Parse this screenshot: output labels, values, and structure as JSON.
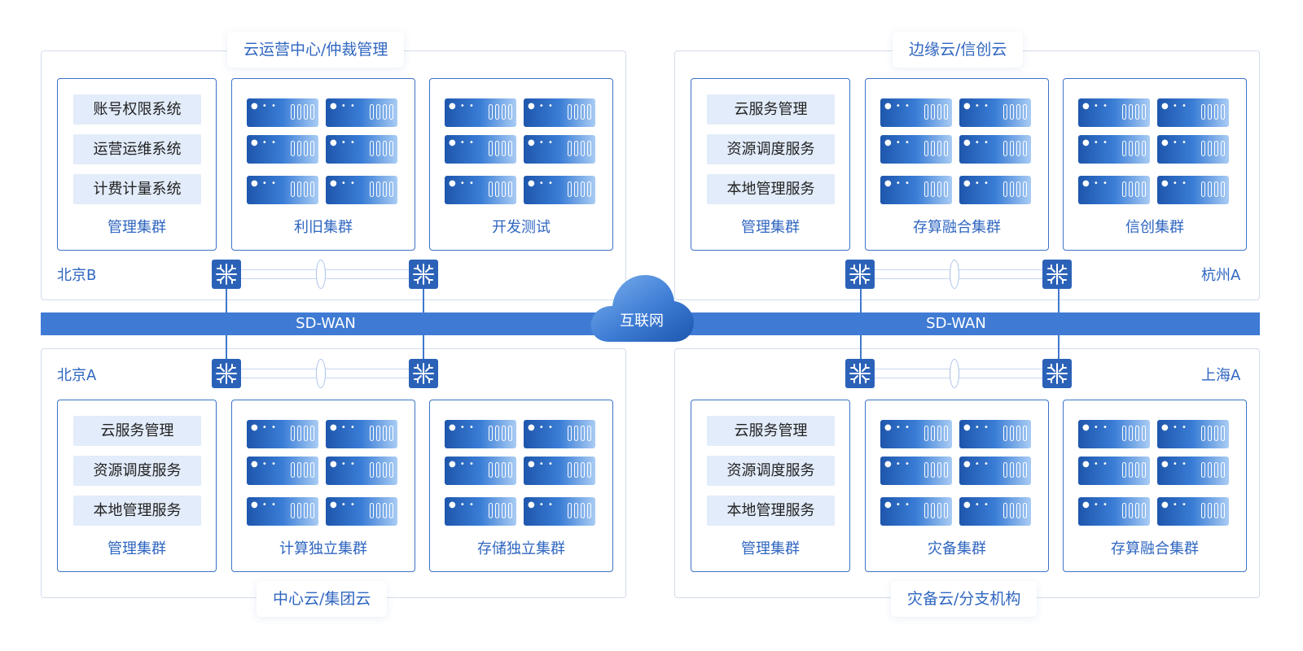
{
  "regions": {
    "top_left": "云运营中心/仲裁管理",
    "top_right": "边缘云/信创云",
    "bottom_left": "中心云/集团云",
    "bottom_right": "灾备云/分支机构"
  },
  "sites": {
    "top_left": "北京B",
    "top_right": "杭州A",
    "bottom_left": "北京A",
    "bottom_right": "上海A"
  },
  "wan": {
    "left": "SD-WAN",
    "right": "SD-WAN"
  },
  "cloud": {
    "label": "互联网"
  },
  "quadrants": {
    "top_left": {
      "services": [
        "账号权限系统",
        "运营运维系统",
        "计费计量系统"
      ],
      "clusters": [
        "管理集群",
        "利旧集群",
        "开发测试"
      ]
    },
    "top_right": {
      "services": [
        "云服务管理",
        "资源调度服务",
        "本地管理服务"
      ],
      "clusters": [
        "管理集群",
        "存算融合集群",
        "信创集群"
      ]
    },
    "bottom_left": {
      "services": [
        "云服务管理",
        "资源调度服务",
        "本地管理服务"
      ],
      "clusters": [
        "管理集群",
        "计算独立集群",
        "存储独立集群"
      ]
    },
    "bottom_right": {
      "services": [
        "云服务管理",
        "资源调度服务",
        "本地管理服务"
      ],
      "clusters": [
        "管理集群",
        "灾备集群",
        "存算融合集群"
      ]
    }
  },
  "icons": {
    "server": "server-icon",
    "switch": "switch-icon",
    "cloud": "cloud-icon"
  },
  "colors": {
    "primary": "#2b62b8",
    "accent": "#3f7bd4",
    "light": "#e2ecfa"
  }
}
